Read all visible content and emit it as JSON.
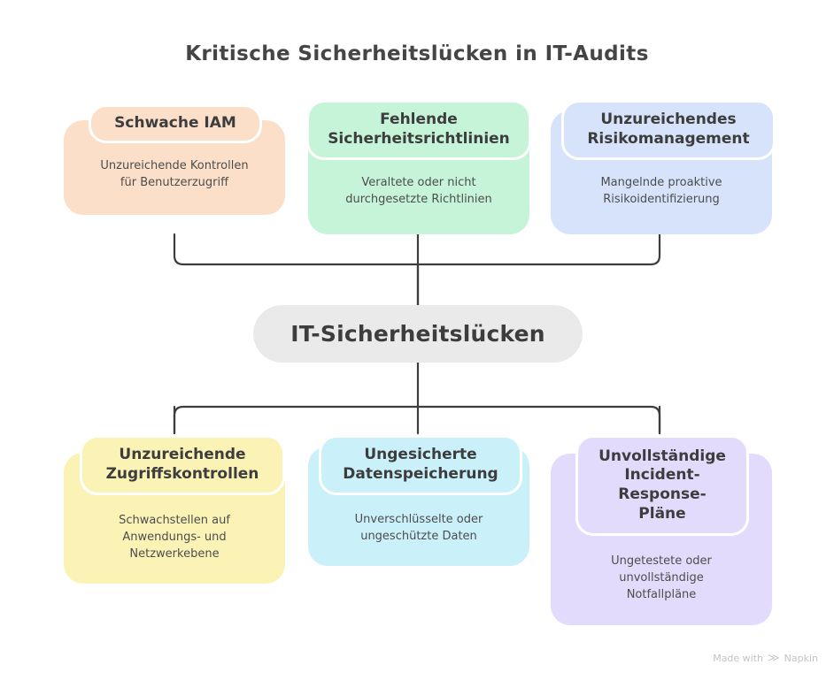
{
  "title": "Kritische Sicherheitslücken in IT-Audits",
  "center": {
    "label": "IT-Sicherheitslücken",
    "color": "#eaeaea"
  },
  "top_row": [
    {
      "heading": "Schwache IAM",
      "body": "Unzureichende Kontrollen\nfür Benutzerzugriff",
      "color": "#fbdfc9"
    },
    {
      "heading": "Fehlende\nSicherheitsrichtlinien",
      "body": "Veraltete oder nicht\ndurchgesetzte Richtlinien",
      "color": "#c6f4d8"
    },
    {
      "heading": "Unzureichendes\nRisikomanagement",
      "body": "Mangelnde proaktive\nRisikoidentifizierung",
      "color": "#d6e3fa"
    }
  ],
  "bottom_row": [
    {
      "heading": "Unzureichende\nZugriffskontrollen",
      "body": "Schwachstellen auf\nAnwendungs- und\nNetzwerkebene",
      "color": "#fbf2b6"
    },
    {
      "heading": "Ungesicherte\nDatenspeicherung",
      "body": "Unverschlüsselte oder\nungeschützte Daten",
      "color": "#caf0fa"
    },
    {
      "heading": "Unvollständige\nIncident-\nResponse-\nPläne",
      "body": "Ungetestete oder\nunvollständige\nNotfallpläne",
      "color": "#e3dbfb"
    }
  ],
  "watermark": {
    "prefix": "Made with",
    "glyph": "napkin-logo-icon",
    "brand": "Napkin"
  },
  "connector_color": "#3d3d3d"
}
